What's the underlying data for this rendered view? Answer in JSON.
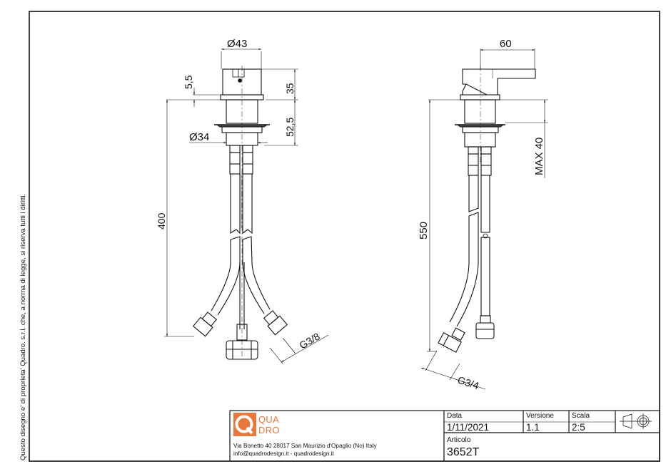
{
  "side_note": "Questo disegno e' di proprieta' Quadro. s.r.l. che, a norma di legge, si riserva tutti i diritti.",
  "title_block": {
    "logo": {
      "mark": "Q",
      "line1": "QUA",
      "line2": "DRO",
      "color": "#e8773a"
    },
    "address": "Via Bonetto 40  28017 San Maurizio d'Opaglio (No) Italy",
    "contacts": "info@quadrodesign.it  -  quadrodesign.it",
    "data_label": "Data",
    "data_value": "1/11/2021",
    "versione_label": "Versione",
    "versione_value": "1.1",
    "scala_label": "Scala",
    "scala_value": "2:5",
    "articolo_label": "Articolo",
    "articolo_value": "3652T",
    "projection_symbol": "first-angle-projection-icon"
  },
  "front_view": {
    "dims": {
      "handle_diameter": "Ø43",
      "top_ring": "5,5",
      "handle_height": "35",
      "body_height": "52,5",
      "thread_diameter": "Ø34",
      "hose_length": "400",
      "hose_thread": "G3/8"
    }
  },
  "side_view": {
    "dims": {
      "lever_length": "60",
      "max_deck": "MAX  40",
      "hose_length": "550",
      "hose_thread": "G3/4"
    }
  }
}
